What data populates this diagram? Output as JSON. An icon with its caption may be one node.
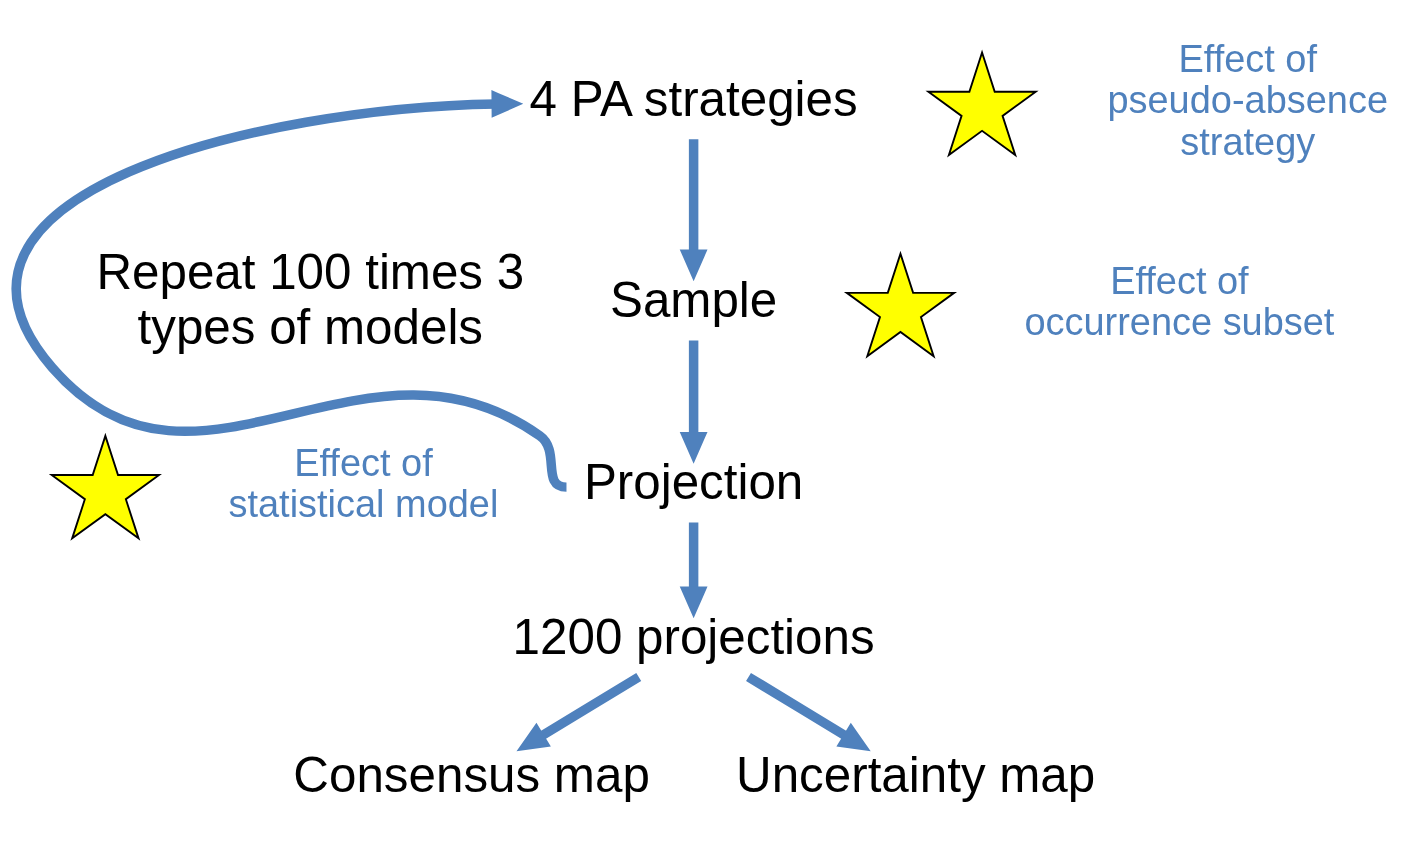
{
  "diagram": {
    "nodes": [
      {
        "text": [
          "4 PA strategies"
        ]
      },
      {
        "text": [
          "Sample"
        ]
      },
      {
        "text": [
          "Projection"
        ]
      },
      {
        "text": [
          "1200 projections"
        ]
      },
      {
        "text": [
          "Consensus map"
        ]
      },
      {
        "text": [
          "Uncertainty map"
        ]
      },
      {
        "text": [],
        "shape": "star",
        "beside": [
          "Effect of pseudo-absence strategy"
        ]
      },
      {
        "text": [],
        "shape": "star",
        "beside": [
          "Effect of occurrence subset"
        ]
      },
      {
        "text": [],
        "shape": "star",
        "beside": [
          "Effect of statistical model"
        ]
      }
    ],
    "edges": [
      {
        "from": 0,
        "to": 1,
        "arrow": "to"
      },
      {
        "from": 1,
        "to": 2,
        "arrow": "to"
      },
      {
        "from": 2,
        "to": 0,
        "arrow": "to"
      },
      {
        "from": 2,
        "to": 3,
        "arrow": "to"
      },
      {
        "from": 3,
        "to": 4,
        "arrow": "to"
      },
      {
        "from": 3,
        "to": 5,
        "arrow": "to"
      }
    ],
    "labels": [
      "Repeat 100 times 3 types of models"
    ]
  }
}
